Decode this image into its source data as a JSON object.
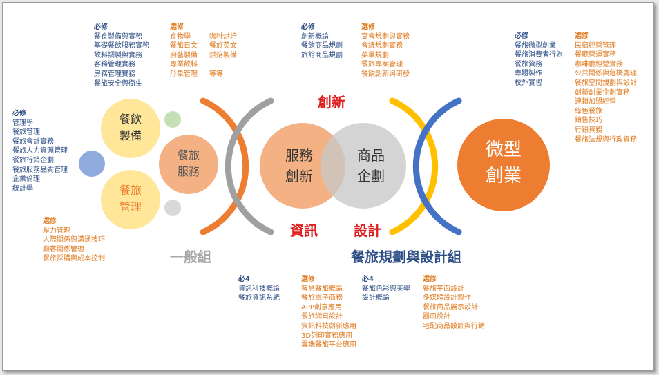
{
  "colors": {
    "blue_text": "#2e4f86",
    "orange_text": "#e07a1f",
    "red_text": "#e02020",
    "gray_text": "#a8a8a8",
    "title_blue": "#2e4f86"
  },
  "circles": {
    "catering_prep": "餐飲\n製備",
    "catering_mgmt": "餐旅\n管理",
    "catering_service": "餐旅\n服務",
    "service_innovation": "服務\n創新",
    "product_planning": "商品\n企劃",
    "micro_startup": "微型\n創業"
  },
  "keywords": {
    "innovation": "創新",
    "information": "資訊",
    "design": "設計",
    "general_group": "一般組",
    "planning_design_group": "餐旅規劃與設計組"
  },
  "blocks": {
    "prep_required": {
      "title": "必修",
      "items": [
        "餐食製備與實務",
        "基礎餐飲服務實務",
        "飲料調製與實務",
        "客務管理實務",
        "房務管理實務",
        "餐旅安全與衛生"
      ]
    },
    "prep_elective": {
      "title": "選修",
      "items": [
        "食物學",
        "餐旅日文",
        "廚藝製備",
        "專業飲料",
        "形象管理"
      ]
    },
    "prep_elective_b": {
      "items": [
        "咖啡烘培",
        "餐旅英文",
        "烘焙製備",
        "",
        "等等"
      ]
    },
    "mgmt_required": {
      "title": "必修",
      "items": [
        "管理學",
        "餐旅管理",
        "餐旅會計實務",
        "餐旅人力資源管理",
        "餐旅行銷企劃",
        "餐旅服務品質管理",
        "企業倫理",
        "統計學"
      ]
    },
    "mgmt_elective": {
      "title": "選修",
      "items": [
        "壓力管理",
        "人際關係與溝通技巧",
        "顧客關係管理",
        "餐旅採購與成本控制"
      ]
    },
    "innov_required": {
      "title": "必修",
      "items": [
        "創新概論",
        "餐飲商品規劃",
        "旅館商品規劃"
      ]
    },
    "innov_elective": {
      "title": "選修",
      "items": [
        "宴會規劃與實務",
        "會議規劃實務",
        "菜單規劃",
        "餐旅專案管理",
        "餐飲創新與研發"
      ]
    },
    "startup_required": {
      "title": "必修",
      "items": [
        "餐旅微型創業",
        "餐旅消費者行為",
        "餐旅資務",
        "專題製作",
        "校外實習"
      ]
    },
    "startup_elective": {
      "title": "選修",
      "items": [
        "民宿經營管理",
        "餐廳營運實務",
        "咖啡廳經營實務",
        "公共關係與危機處理",
        "餐旅空間規劃與設計",
        "創新創業企劃實務",
        "連鎖加盟經營",
        "綠色餐旅",
        "銷售技巧",
        "行銷資務",
        "餐旅法規與行政資務"
      ]
    },
    "info_required": {
      "title": "必4",
      "items": [
        "資訊科技概論",
        "餐旅資訊系統"
      ]
    },
    "info_elective": {
      "title": "選修",
      "items": [
        "智慧餐旅概論",
        "餐旅電子商務",
        "APP創意應用",
        "餐旅網頁設計",
        "資訊科技創新應用",
        "3D列印實務應用",
        "雲端餐旅平台應用"
      ]
    },
    "design_required": {
      "title": "必4",
      "items": [
        "餐旅色彩與美學",
        "設計概論"
      ]
    },
    "design_elective": {
      "title": "選修",
      "items": [
        "餐旅平面設計",
        "多媒體設計製作",
        "餐旅商品展示設計",
        "器皿設計",
        "宅配商品設計與行銷"
      ]
    }
  }
}
